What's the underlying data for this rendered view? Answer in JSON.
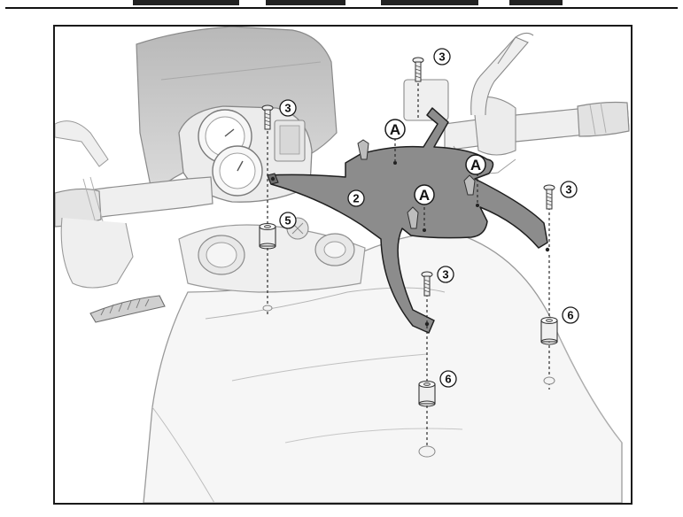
{
  "diagram": {
    "callouts": [
      {
        "id": "screw-top",
        "label": "3"
      },
      {
        "id": "screw-left",
        "label": "3"
      },
      {
        "id": "screw-right",
        "label": "3"
      },
      {
        "id": "screw-center",
        "label": "3"
      },
      {
        "id": "spacer-left",
        "label": "5"
      },
      {
        "id": "spacer-right",
        "label": "6"
      },
      {
        "id": "spacer-center",
        "label": "6"
      },
      {
        "id": "bracket",
        "label": "2"
      }
    ],
    "points": [
      {
        "id": "a-top-left",
        "label": "A"
      },
      {
        "id": "a-right",
        "label": "A"
      },
      {
        "id": "a-center",
        "label": "A"
      }
    ],
    "colors": {
      "line": "#2b2b2b",
      "bike_fill": "#f4f4f4",
      "bike_stroke": "#9a9a9a",
      "windscreen": "#c9c9c9",
      "bracket_fill": "#8c8c8c",
      "bracket_stroke": "#1f1f1f",
      "hardware": "#efefef"
    }
  }
}
